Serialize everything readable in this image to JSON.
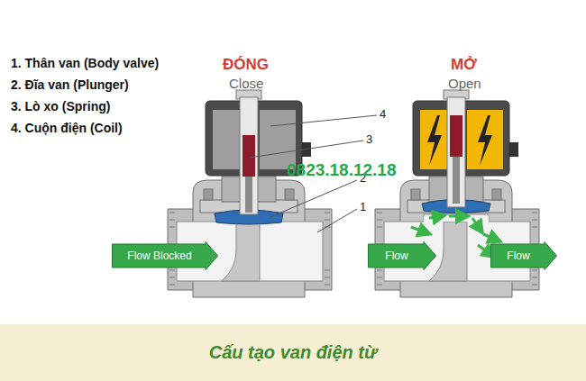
{
  "diagram": {
    "caption": "Cấu tạo van điện từ",
    "nodes": [
      {
        "text": [
          "Flow Blocked"
        ]
      },
      {
        "text": [
          "Flow"
        ]
      },
      {
        "text": [
          "Flow"
        ]
      }
    ],
    "labels": [
      "1. Thân van (Body valve)",
      "2. Đĩa van (Plunger)",
      "3. Lò xo (Spring)",
      "4. Cuộn điện (Coil)",
      "ĐÓNG",
      "Close",
      "MỞ",
      "Open",
      "4",
      "3",
      "2",
      "1",
      "0823.18.12.18"
    ]
  }
}
